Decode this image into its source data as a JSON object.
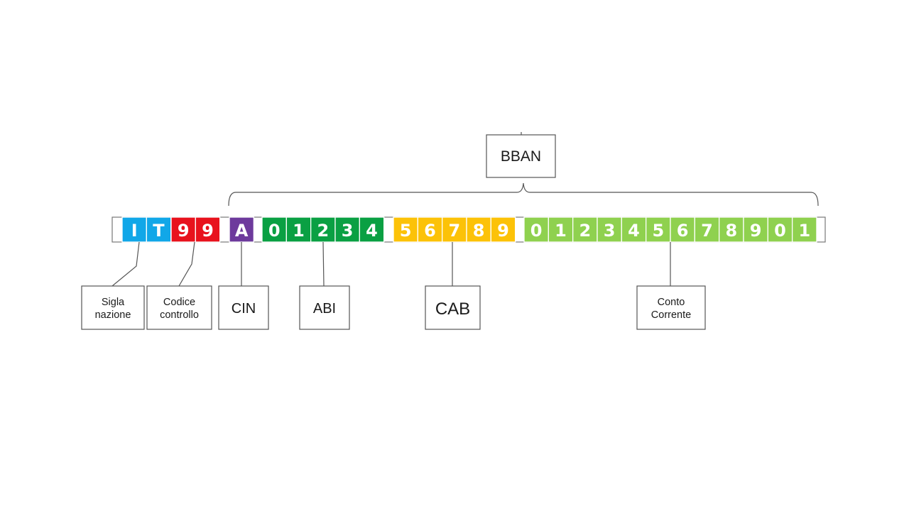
{
  "bban": {
    "label": "BBAN"
  },
  "groups": [
    {
      "name": "sigla",
      "color": "#11a7e8",
      "chars": [
        "I",
        "T"
      ]
    },
    {
      "name": "controllo",
      "color": "#e8121d",
      "chars": [
        "9",
        "9"
      ]
    },
    {
      "name": "cin",
      "color": "#6d3a9c",
      "chars": [
        "A"
      ]
    },
    {
      "name": "abi",
      "color": "#0aa043",
      "chars": [
        "0",
        "1",
        "2",
        "3",
        "4"
      ]
    },
    {
      "name": "cab",
      "color": "#fcc208",
      "chars": [
        "5",
        "6",
        "7",
        "8",
        "9"
      ]
    },
    {
      "name": "conto",
      "color": "#8fd14f",
      "chars": [
        "0",
        "1",
        "2",
        "3",
        "4",
        "5",
        "6",
        "7",
        "8",
        "9",
        "0",
        "1"
      ]
    }
  ],
  "labels": {
    "sigla": [
      "Sigla",
      "nazione"
    ],
    "controllo": [
      "Codice",
      "controllo"
    ],
    "cin": [
      "CIN"
    ],
    "abi": [
      "ABI"
    ],
    "cab": [
      "CAB"
    ],
    "conto": [
      "Conto",
      "Corrente"
    ]
  }
}
